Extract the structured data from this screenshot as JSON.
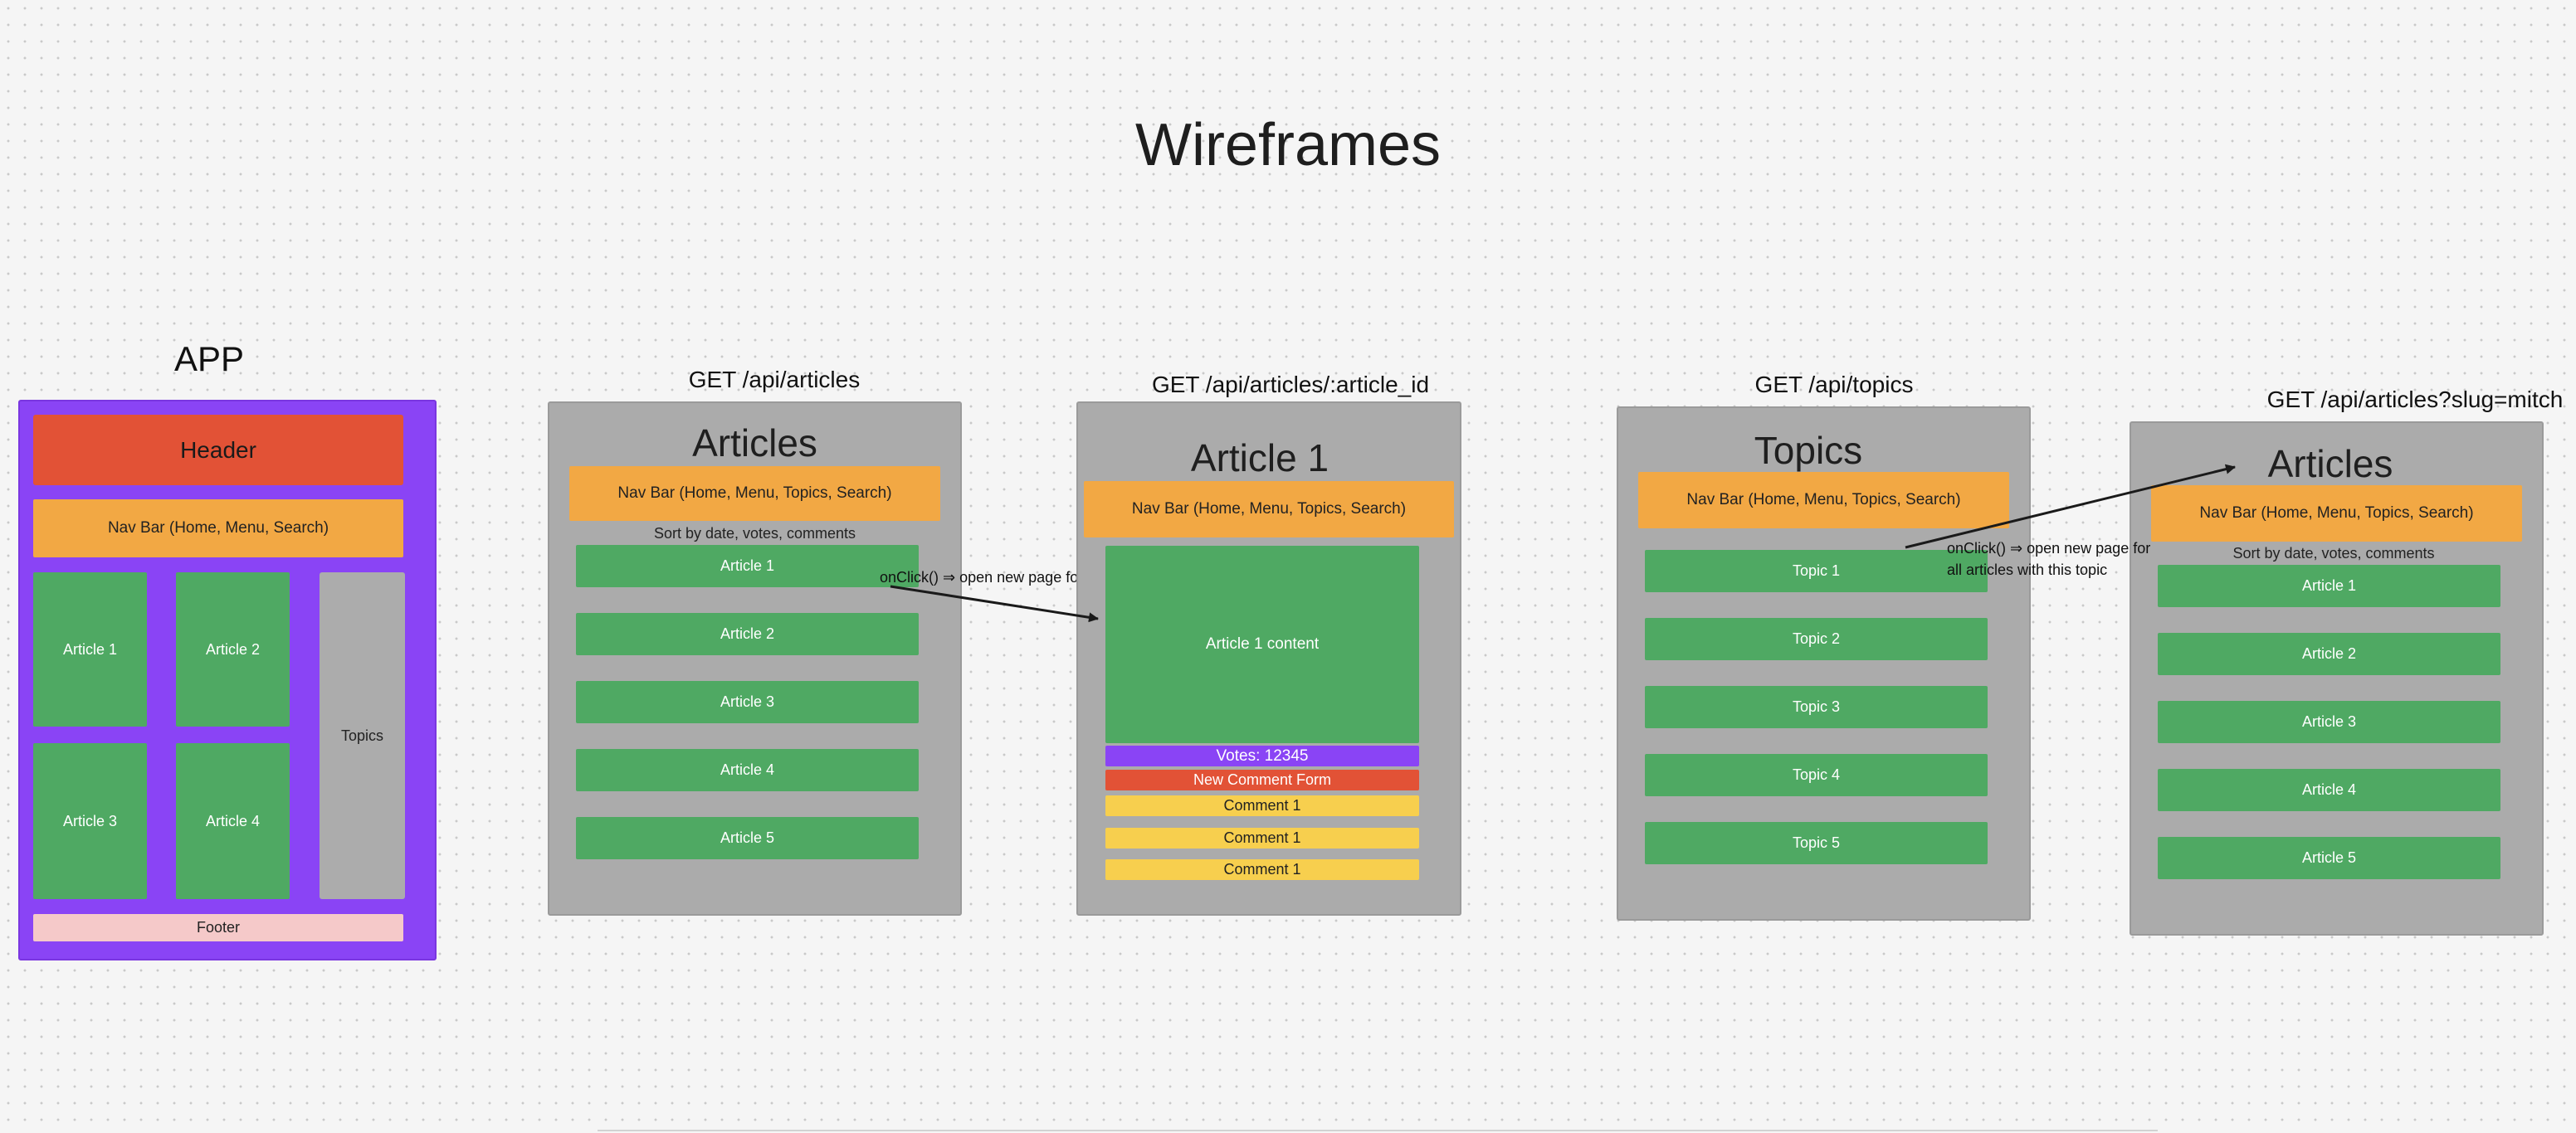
{
  "page_title": "Wireframes",
  "app": {
    "label": "APP",
    "header": "Header",
    "navbar": "Nav Bar (Home, Menu, Search)",
    "articles": [
      "Article 1",
      "Article 2",
      "Article 3",
      "Article 4"
    ],
    "topics": "Topics",
    "footer": "Footer"
  },
  "articles_page": {
    "label": "GET /api/articles",
    "title": "Articles",
    "navbar": "Nav Bar (Home, Menu, Topics, Search)",
    "sort": "Sort by date, votes, comments",
    "items": [
      "Article 1",
      "Article 2",
      "Article 3",
      "Article 4",
      "Article 5"
    ],
    "annotation": "onClick() ⇒ open new page for Single article"
  },
  "article_page": {
    "label": "GET /api/articles/:article_id",
    "title": "Article 1",
    "navbar": "Nav Bar (Home, Menu, Topics, Search)",
    "content": "Article 1 content",
    "votes": "Votes: 12345",
    "new_comment_form": "New Comment Form",
    "comments": [
      "Comment 1",
      "Comment 1",
      "Comment 1"
    ]
  },
  "topics_page": {
    "label": "GET /api/topics",
    "title": "Topics",
    "navbar": "Nav Bar (Home, Menu, Topics, Search)",
    "items": [
      "Topic 1",
      "Topic 2",
      "Topic 3",
      "Topic 4",
      "Topic 5"
    ],
    "annotation_lines": [
      "onClick() ⇒ open new page for",
      "all articles with this topic"
    ]
  },
  "slug_page": {
    "label": "GET /api/articles?slug=mitch",
    "title": "Articles",
    "navbar": "Nav Bar (Home, Menu, Topics, Search)",
    "sort": "Sort by date, votes, comments",
    "items": [
      "Article 1",
      "Article 2",
      "Article 3",
      "Article 4",
      "Article 5"
    ]
  },
  "colors": {
    "frame_gray": "#ababab",
    "app_purple": "#8a44f5",
    "header_red": "#e25236",
    "navbar_orange": "#f2a844",
    "item_green": "#4fa963",
    "comment_yellow": "#f7cf4e",
    "footer_pink": "#f5c9c9"
  }
}
